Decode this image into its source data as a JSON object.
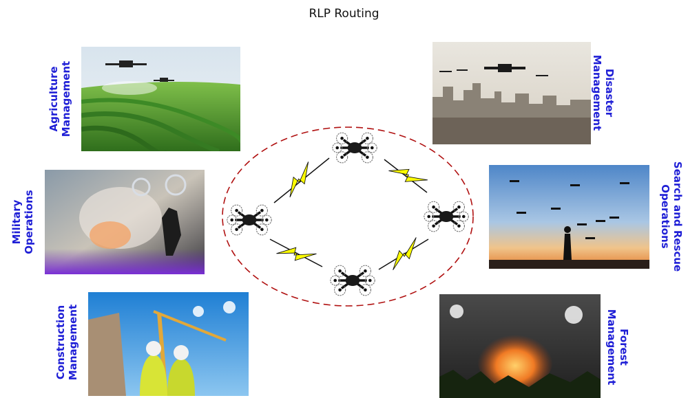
{
  "title": "RLP Routing",
  "labels": {
    "agriculture": [
      "Agriculture",
      "Management"
    ],
    "military": [
      "Military",
      "Operations"
    ],
    "construction": [
      "Construction",
      "Management"
    ],
    "disaster": [
      "Disaster",
      "Management"
    ],
    "search_rescue": [
      "Search and Rescue",
      "Operations"
    ],
    "forest": [
      "Forest",
      "Management"
    ]
  },
  "colors": {
    "label": "#1f1fd6",
    "ellipse": "#b01010",
    "lightning": "#ffff00"
  },
  "icons": [
    "drone-icon",
    "lightning-icon"
  ]
}
